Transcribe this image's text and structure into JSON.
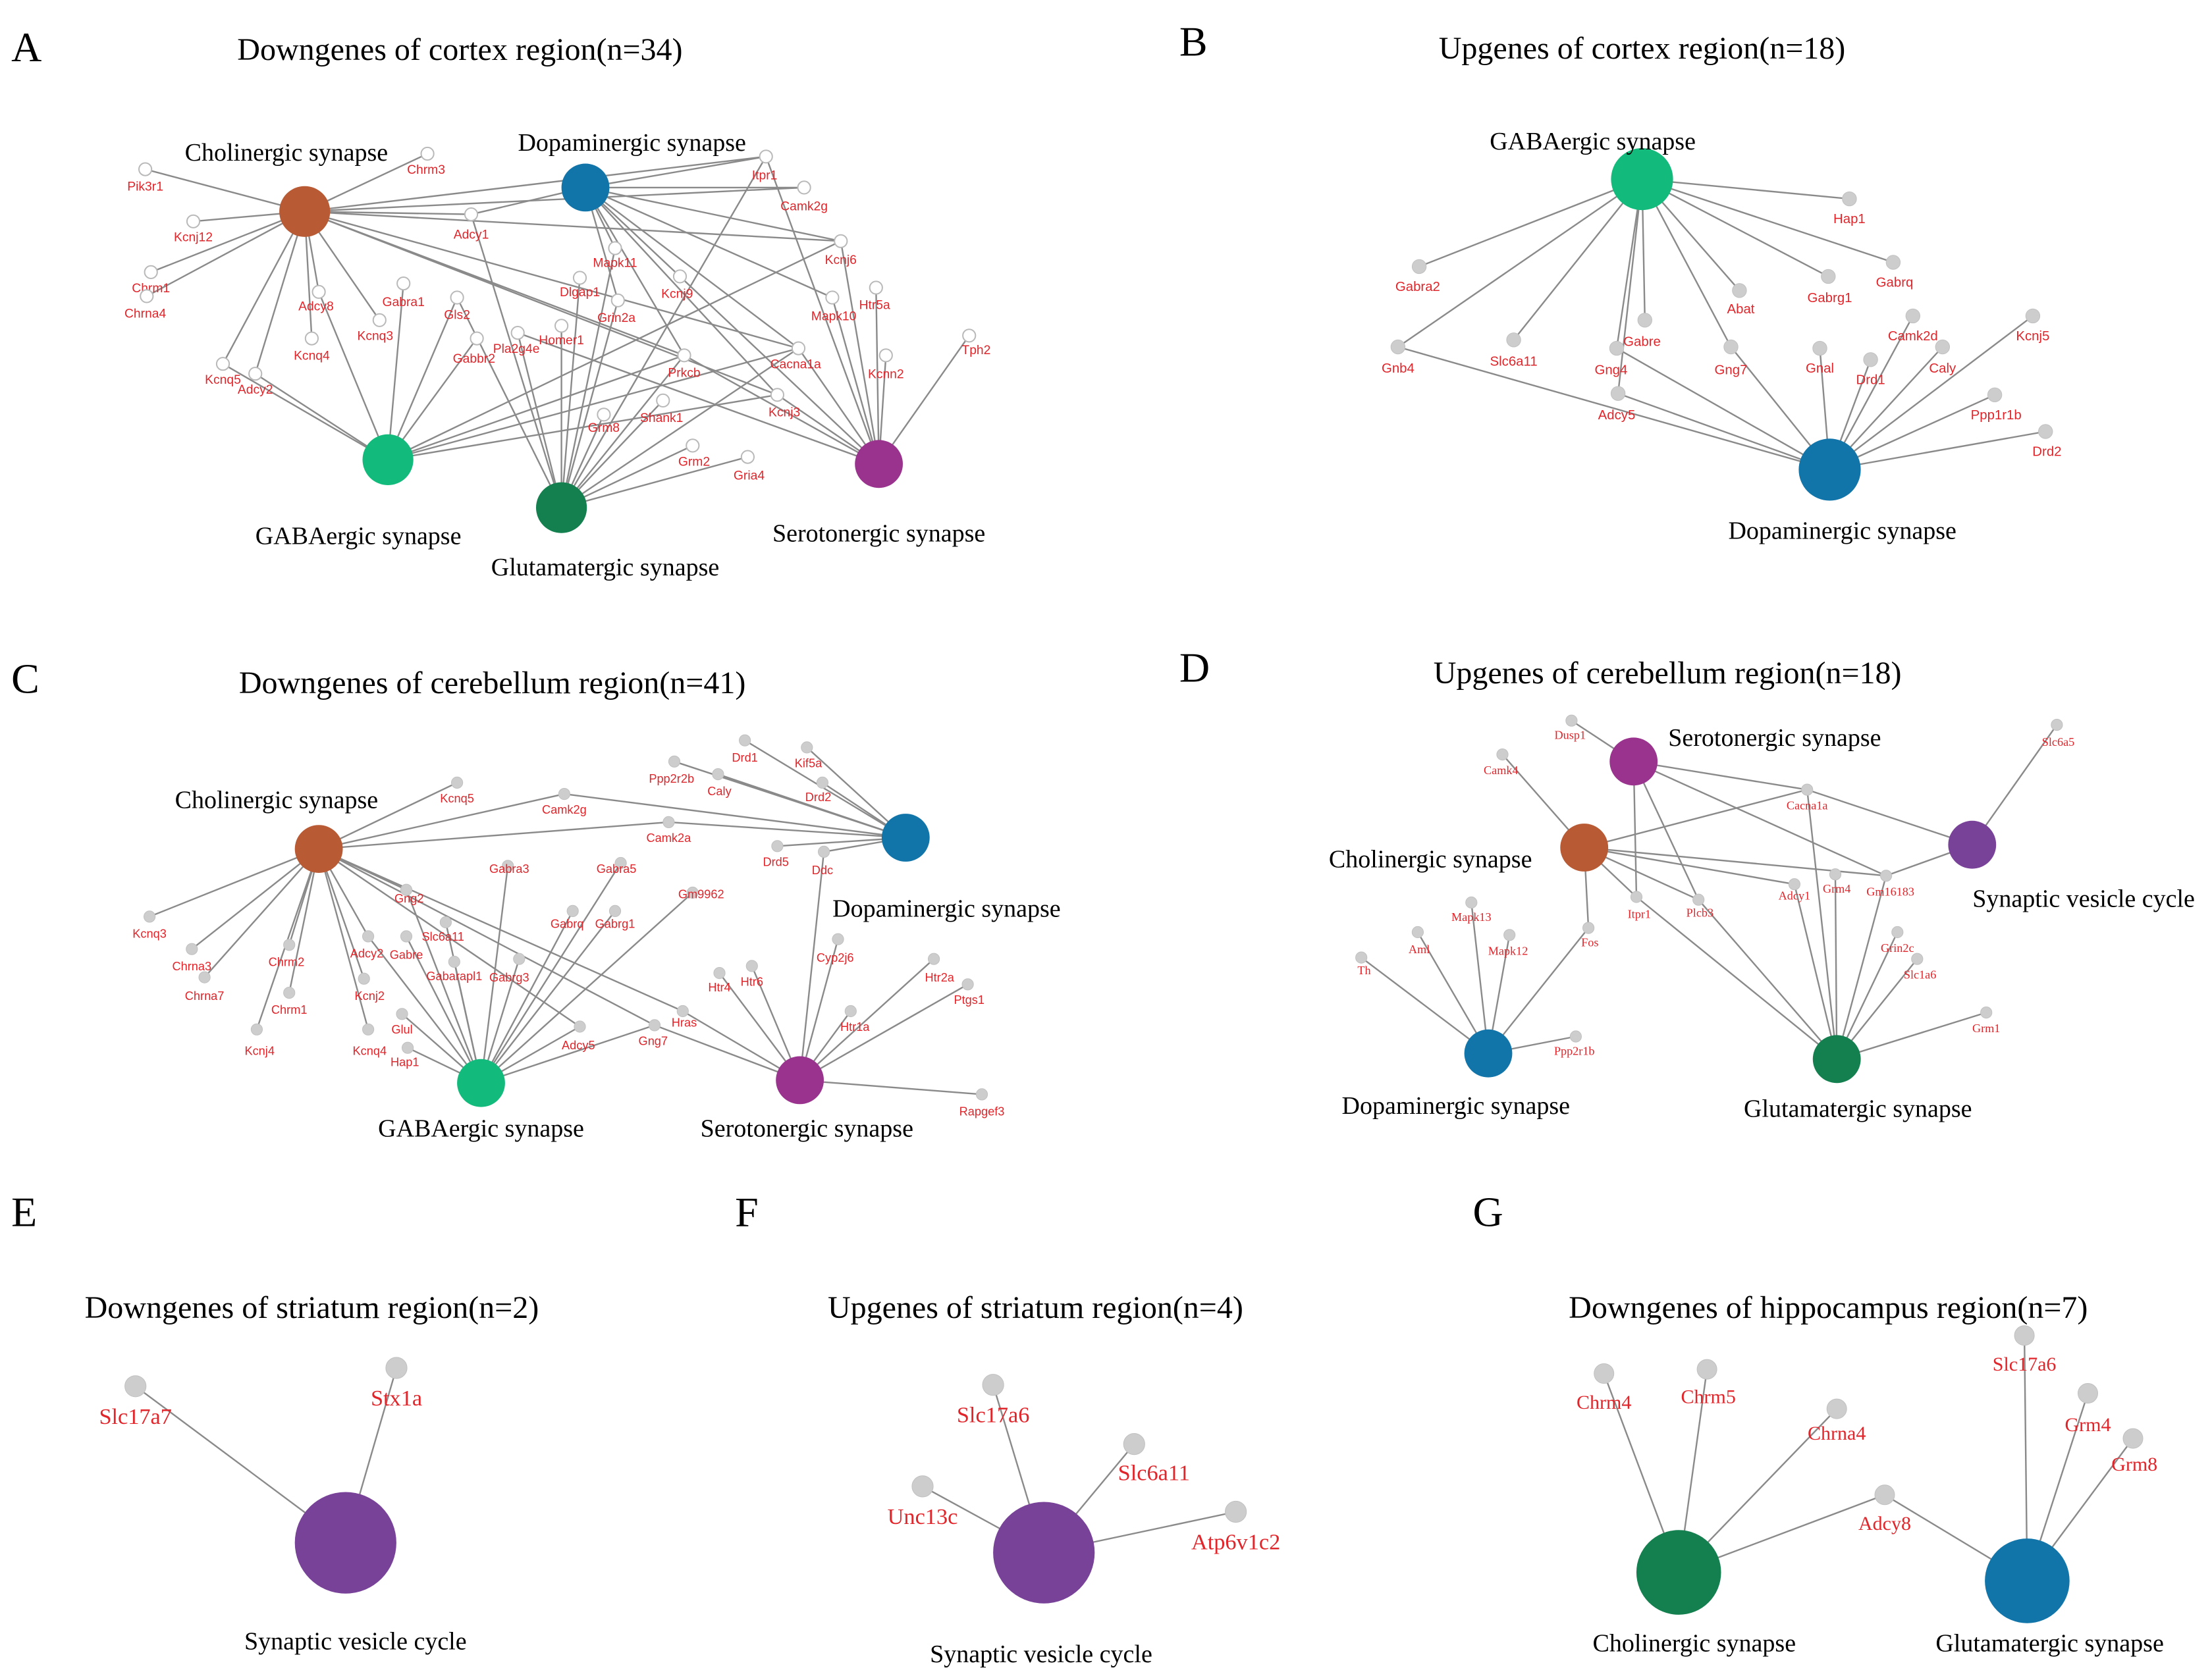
{
  "colors": {
    "cholinergic": "#b85a34",
    "dopaminergic": "#1275aa",
    "gabaergic": "#12bb7c",
    "glutamatergic": "#147f4f",
    "serotonergic": "#99338d",
    "svc": "#784299",
    "gene_label": "#e0262b",
    "edge": "#8a8a8a",
    "gene_node": "#cdcdcd"
  },
  "panels": [
    {
      "id": "A",
      "title": "Downgenes of cortex region(n=34)",
      "hubs": [
        {
          "id": "chol",
          "label": "Cholinergic synapse",
          "color": "cholinergic"
        },
        {
          "id": "dopa",
          "label": "Dopaminergic synapse",
          "color": "dopaminergic"
        },
        {
          "id": "gaba",
          "label": "GABAergic synapse",
          "color": "gabaergic"
        },
        {
          "id": "glut",
          "label": "Glutamatergic synapse",
          "color": "glutamatergic"
        },
        {
          "id": "sero",
          "label": "Serotonergic synapse",
          "color": "serotonergic"
        }
      ],
      "genes": [
        {
          "label": "Pik3r1",
          "links": [
            "chol"
          ]
        },
        {
          "label": "Chrm3",
          "links": [
            "chol"
          ]
        },
        {
          "label": "Kcnj12",
          "links": [
            "chol"
          ]
        },
        {
          "label": "Chrm1",
          "links": [
            "chol"
          ]
        },
        {
          "label": "Chrna4",
          "links": [
            "chol"
          ]
        },
        {
          "label": "Kcnq5",
          "links": [
            "chol",
            "gaba"
          ]
        },
        {
          "label": "Adcy2",
          "links": [
            "chol",
            "gaba"
          ]
        },
        {
          "label": "Adcy8",
          "links": [
            "chol",
            "gaba"
          ]
        },
        {
          "label": "Kcnq4",
          "links": [
            "chol"
          ]
        },
        {
          "label": "Kcnq3",
          "links": [
            "chol"
          ]
        },
        {
          "label": "Gabra1",
          "links": [
            "gaba"
          ]
        },
        {
          "label": "Adcy1",
          "links": [
            "chol",
            "dopa",
            "glut"
          ]
        },
        {
          "label": "Gls2",
          "links": [
            "gaba",
            "glut"
          ]
        },
        {
          "label": "Gabbr2",
          "links": [
            "gaba"
          ]
        },
        {
          "label": "Pla2g4e",
          "links": [
            "glut",
            "sero"
          ]
        },
        {
          "label": "Homer1",
          "links": [
            "glut"
          ]
        },
        {
          "label": "Dlgap1",
          "links": [
            "glut"
          ]
        },
        {
          "label": "Mapk11",
          "links": [
            "dopa",
            "glut"
          ]
        },
        {
          "label": "Grin2a",
          "links": [
            "dopa",
            "glut"
          ]
        },
        {
          "label": "Kcnj9",
          "links": [
            "dopa",
            "sero"
          ]
        },
        {
          "label": "Itpr1",
          "links": [
            "dopa",
            "chol",
            "glut",
            "sero"
          ]
        },
        {
          "label": "Camk2g",
          "links": [
            "dopa",
            "chol"
          ]
        },
        {
          "label": "Kcnj6",
          "links": [
            "dopa",
            "chol",
            "gaba",
            "sero"
          ]
        },
        {
          "label": "Mapk10",
          "links": [
            "dopa",
            "sero"
          ]
        },
        {
          "label": "Htr5a",
          "links": [
            "sero"
          ]
        },
        {
          "label": "Kcnn2",
          "links": [
            "sero"
          ]
        },
        {
          "label": "Tph2",
          "links": [
            "sero"
          ]
        },
        {
          "label": "Cacna1a",
          "links": [
            "chol",
            "gaba",
            "glut",
            "dopa",
            "sero"
          ]
        },
        {
          "label": "Kcnj3",
          "links": [
            "chol",
            "dopa",
            "gaba",
            "sero"
          ]
        },
        {
          "label": "Prkcb",
          "links": [
            "chol",
            "dopa",
            "gaba",
            "glut",
            "sero"
          ]
        },
        {
          "label": "Shank1",
          "links": [
            "glut"
          ]
        },
        {
          "label": "Grm8",
          "links": [
            "glut"
          ]
        },
        {
          "label": "Grm2",
          "links": [
            "glut"
          ]
        },
        {
          "label": "Gria4",
          "links": [
            "glut"
          ]
        }
      ]
    },
    {
      "id": "B",
      "title": "Upgenes of cortex region(n=18)",
      "hubs": [
        {
          "id": "gaba",
          "label": "GABAergic synapse",
          "color": "gabaergic"
        },
        {
          "id": "dopa",
          "label": "Dopaminergic synapse",
          "color": "dopaminergic"
        }
      ],
      "genes": [
        {
          "label": "Hap1",
          "links": [
            "gaba"
          ]
        },
        {
          "label": "Gabra2",
          "links": [
            "gaba"
          ]
        },
        {
          "label": "Gabrq",
          "links": [
            "gaba"
          ]
        },
        {
          "label": "Gabrg1",
          "links": [
            "gaba"
          ]
        },
        {
          "label": "Abat",
          "links": [
            "gaba"
          ]
        },
        {
          "label": "Gabre",
          "links": [
            "gaba"
          ]
        },
        {
          "label": "Slc6a11",
          "links": [
            "gaba"
          ]
        },
        {
          "label": "Gnb4",
          "links": [
            "gaba",
            "dopa"
          ]
        },
        {
          "label": "Gng4",
          "links": [
            "gaba",
            "dopa"
          ]
        },
        {
          "label": "Adcy5",
          "links": [
            "gaba",
            "dopa"
          ]
        },
        {
          "label": "Gng7",
          "links": [
            "gaba",
            "dopa"
          ]
        },
        {
          "label": "Gnal",
          "links": [
            "dopa"
          ]
        },
        {
          "label": "Drd1",
          "links": [
            "dopa"
          ]
        },
        {
          "label": "Camk2d",
          "links": [
            "dopa"
          ]
        },
        {
          "label": "Caly",
          "links": [
            "dopa"
          ]
        },
        {
          "label": "Kcnj5",
          "links": [
            "dopa"
          ]
        },
        {
          "label": "Ppp1r1b",
          "links": [
            "dopa"
          ]
        },
        {
          "label": "Drd2",
          "links": [
            "dopa"
          ]
        }
      ]
    },
    {
      "id": "C",
      "title": "Downgenes of cerebellum region(n=41)",
      "hubs": [
        {
          "id": "chol",
          "label": "Cholinergic synapse",
          "color": "cholinergic"
        },
        {
          "id": "dopa",
          "label": "Dopaminergic synapse",
          "color": "dopaminergic"
        },
        {
          "id": "gaba",
          "label": "GABAergic synapse",
          "color": "gabaergic"
        },
        {
          "id": "sero",
          "label": "Serotonergic synapse",
          "color": "serotonergic"
        }
      ],
      "genes": [
        {
          "label": "Kcnq5",
          "links": [
            "chol"
          ]
        },
        {
          "label": "Camk2g",
          "links": [
            "chol",
            "dopa"
          ]
        },
        {
          "label": "Camk2a",
          "links": [
            "chol",
            "dopa"
          ]
        },
        {
          "label": "Ppp2r2b",
          "links": [
            "dopa"
          ]
        },
        {
          "label": "Caly",
          "links": [
            "dopa"
          ]
        },
        {
          "label": "Drd1",
          "links": [
            "dopa"
          ]
        },
        {
          "label": "Kif5a",
          "links": [
            "dopa"
          ]
        },
        {
          "label": "Drd2",
          "links": [
            "dopa"
          ]
        },
        {
          "label": "Drd5",
          "links": [
            "dopa"
          ]
        },
        {
          "label": "Ddc",
          "links": [
            "dopa",
            "sero"
          ]
        },
        {
          "label": "Kcnq3",
          "links": [
            "chol"
          ]
        },
        {
          "label": "Chrna3",
          "links": [
            "chol"
          ]
        },
        {
          "label": "Chrna7",
          "links": [
            "chol"
          ]
        },
        {
          "label": "Kcnj4",
          "links": [
            "chol"
          ]
        },
        {
          "label": "Chrm2",
          "links": [
            "chol"
          ]
        },
        {
          "label": "Chrm1",
          "links": [
            "chol"
          ]
        },
        {
          "label": "Adcy2",
          "links": [
            "chol",
            "gaba"
          ]
        },
        {
          "label": "Kcnj2",
          "links": [
            "chol"
          ]
        },
        {
          "label": "Kcnq4",
          "links": [
            "chol"
          ]
        },
        {
          "label": "Gng2",
          "links": [
            "chol",
            "gaba"
          ]
        },
        {
          "label": "Gabre",
          "links": [
            "gaba"
          ]
        },
        {
          "label": "Slc6a11",
          "links": [
            "gaba"
          ]
        },
        {
          "label": "Gabarapl1",
          "links": [
            "gaba"
          ]
        },
        {
          "label": "Glul",
          "links": [
            "gaba"
          ]
        },
        {
          "label": "Hap1",
          "links": [
            "gaba"
          ]
        },
        {
          "label": "Gabra3",
          "links": [
            "gaba"
          ]
        },
        {
          "label": "Gabra5",
          "links": [
            "gaba"
          ]
        },
        {
          "label": "Gabrq",
          "links": [
            "gaba"
          ]
        },
        {
          "label": "Gabrg1",
          "links": [
            "gaba"
          ]
        },
        {
          "label": "Gabrg3",
          "links": [
            "gaba"
          ]
        },
        {
          "label": "Gm9962",
          "links": [
            "gaba"
          ]
        },
        {
          "label": "Adcy5",
          "links": [
            "chol",
            "gaba"
          ]
        },
        {
          "label": "Gng7",
          "links": [
            "chol",
            "gaba",
            "sero"
          ]
        },
        {
          "label": "Hras",
          "links": [
            "chol",
            "sero"
          ]
        },
        {
          "label": "Htr4",
          "links": [
            "sero"
          ]
        },
        {
          "label": "Htr6",
          "links": [
            "sero"
          ]
        },
        {
          "label": "Cyp2j6",
          "links": [
            "sero"
          ]
        },
        {
          "label": "Htr2a",
          "links": [
            "sero"
          ]
        },
        {
          "label": "Ptgs1",
          "links": [
            "sero"
          ]
        },
        {
          "label": "Htr1a",
          "links": [
            "sero"
          ]
        },
        {
          "label": "Rapgef3",
          "links": [
            "sero"
          ]
        }
      ]
    },
    {
      "id": "D",
      "title": "Upgenes of cerebellum region(n=18)",
      "hubs": [
        {
          "id": "sero",
          "label": "Serotonergic synapse",
          "color": "serotonergic"
        },
        {
          "id": "chol",
          "label": "Cholinergic synapse",
          "color": "cholinergic"
        },
        {
          "id": "svc",
          "label": "Synaptic vesicle cycle",
          "color": "svc"
        },
        {
          "id": "dopa",
          "label": "Dopaminergic synapse",
          "color": "dopaminergic"
        },
        {
          "id": "glut",
          "label": "Glutamatergic synapse",
          "color": "glutamatergic"
        }
      ],
      "genes": [
        {
          "label": "Dusp1",
          "links": [
            "sero"
          ]
        },
        {
          "label": "Camk4",
          "links": [
            "chol"
          ]
        },
        {
          "label": "Slc6a5",
          "links": [
            "svc"
          ]
        },
        {
          "label": "Cacna1a",
          "links": [
            "chol",
            "sero",
            "glut",
            "svc"
          ]
        },
        {
          "label": "Itpr1",
          "links": [
            "chol",
            "sero",
            "glut"
          ]
        },
        {
          "label": "Plcb3",
          "links": [
            "chol",
            "sero",
            "glut"
          ]
        },
        {
          "label": "Adcy1",
          "links": [
            "chol",
            "glut"
          ]
        },
        {
          "label": "Grm4",
          "links": [
            "glut"
          ]
        },
        {
          "label": "Gm16183",
          "links": [
            "chol",
            "sero",
            "glut",
            "svc"
          ]
        },
        {
          "label": "Fos",
          "links": [
            "chol",
            "dopa"
          ]
        },
        {
          "label": "Mapk13",
          "links": [
            "dopa"
          ]
        },
        {
          "label": "Aml",
          "links": [
            "dopa"
          ]
        },
        {
          "label": "Mapk12",
          "links": [
            "dopa"
          ]
        },
        {
          "label": "Th",
          "links": [
            "dopa"
          ]
        },
        {
          "label": "Ppp2r1b",
          "links": [
            "dopa"
          ]
        },
        {
          "label": "Grin2c",
          "links": [
            "glut"
          ]
        },
        {
          "label": "Slc1a6",
          "links": [
            "glut"
          ]
        },
        {
          "label": "Grm1",
          "links": [
            "glut"
          ]
        }
      ]
    },
    {
      "id": "E",
      "title": "Downgenes of striatum region(n=2)",
      "hubs": [
        {
          "id": "svc",
          "label": "Synaptic vesicle cycle",
          "color": "svc"
        }
      ],
      "genes": [
        {
          "label": "Slc17a7",
          "links": [
            "svc"
          ]
        },
        {
          "label": "Stx1a",
          "links": [
            "svc"
          ]
        }
      ]
    },
    {
      "id": "F",
      "title": "Upgenes of striatum region(n=4)",
      "hubs": [
        {
          "id": "svc",
          "label": "Synaptic vesicle cycle",
          "color": "svc"
        }
      ],
      "genes": [
        {
          "label": "Slc17a6",
          "links": [
            "svc"
          ]
        },
        {
          "label": "Slc6a11",
          "links": [
            "svc"
          ]
        },
        {
          "label": "Unc13c",
          "links": [
            "svc"
          ]
        },
        {
          "label": "Atp6v1c2",
          "links": [
            "svc"
          ]
        }
      ]
    },
    {
      "id": "G",
      "title": "Downgenes of hippocampus region(n=7)",
      "hubs": [
        {
          "id": "chol",
          "label": "Cholinergic synapse",
          "color": "glutamatergic"
        },
        {
          "id": "glut",
          "label": "Glutamatergic synapse",
          "color": "dopaminergic"
        }
      ],
      "genes": [
        {
          "label": "Chrm4",
          "links": [
            "chol"
          ]
        },
        {
          "label": "Chrm5",
          "links": [
            "chol"
          ]
        },
        {
          "label": "Chrna4",
          "links": [
            "chol"
          ]
        },
        {
          "label": "Adcy8",
          "links": [
            "chol",
            "glut"
          ]
        },
        {
          "label": "Slc17a6",
          "links": [
            "glut"
          ]
        },
        {
          "label": "Grm4",
          "links": [
            "glut"
          ]
        },
        {
          "label": "Grm8",
          "links": [
            "glut"
          ]
        }
      ]
    }
  ]
}
